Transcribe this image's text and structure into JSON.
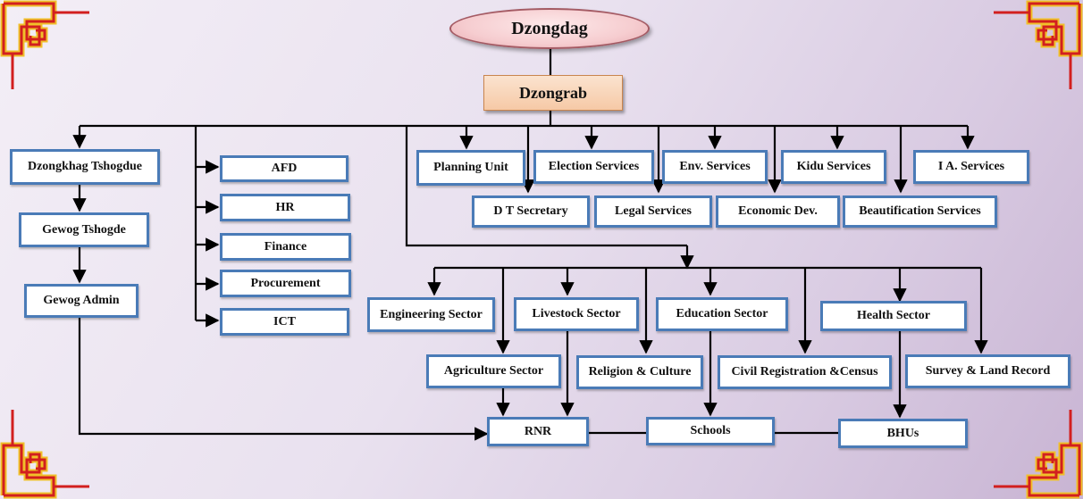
{
  "head": "Dzongdag",
  "deputy": "Dzongrab",
  "local_government": [
    "Dzongkhag Tshogdue",
    "Gewog Tshogde",
    "Gewog Admin"
  ],
  "admin_units": [
    "AFD",
    "HR",
    "Finance",
    "Procurement",
    "ICT"
  ],
  "services_row1": [
    "Planning Unit",
    "Election Services",
    "Env. Services",
    "Kidu Services",
    "I A. Services"
  ],
  "services_row2": [
    "D T Secretary",
    "Legal Services",
    "Economic Dev.",
    "Beautification Services"
  ],
  "sectors_row1": [
    "Engineering Sector",
    "Livestock  Sector",
    "Education  Sector",
    "Health Sector"
  ],
  "sectors_row2": [
    "Agriculture Sector",
    "Religion & Culture",
    "Civil Registration &Census",
    "Survey & Land Record"
  ],
  "field_units": [
    "RNR",
    "Schools",
    "BHUs"
  ],
  "colors": {
    "box_border": "#4a7bb7",
    "connector": "#000000",
    "oval_fill": "#f6cdd0",
    "dzongrab_fill": "#f8d3b8",
    "corner_red": "#d21f1f",
    "corner_gold": "#f0c02a"
  }
}
